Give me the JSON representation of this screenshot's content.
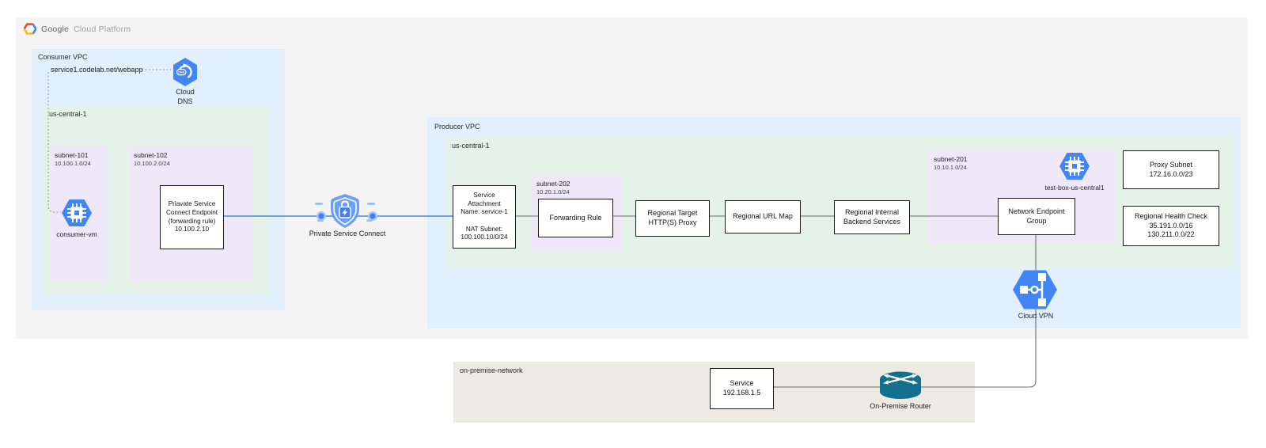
{
  "logo": {
    "google": "Google",
    "cloud": "Cloud Platform"
  },
  "consumer_vpc": {
    "label": "Consumer VPC",
    "dns_record": "service1.codelab.net/webapp",
    "cloud_dns": "Cloud\nDNS",
    "region_label": "us-central-1",
    "subnet_101": {
      "name": "subnet-101",
      "cidr": "10.100.1.0/24"
    },
    "consumer_vm": "consumer-vm",
    "subnet_102": {
      "name": "subnet-102",
      "cidr": "10.100.2.0/24"
    },
    "psc_endpoint": "Priavate Service\nConnect Endpoint\n(forwarding rule)\n10.100.2.10"
  },
  "psc": {
    "label": "Private Service Connect"
  },
  "producer_vpc": {
    "label": "Producer VPC",
    "region_label": "us-central-1",
    "service_attachment": "Service\nAttachment\nName: service-1\n\nNAT Subnet:\n100.100.10/0/24",
    "subnet_202": {
      "name": "subnet-202",
      "cidr": "10.20.1.0/24"
    },
    "forwarding_rule": "Forwarding Rule",
    "target_proxy": "Regional Target\nHTTP(S) Proxy",
    "url_map": "Regional URL Map",
    "backend_services": "Regional Internal\nBackend Services",
    "subnet_201": {
      "name": "subnet-201",
      "cidr": "10.10.1.0/24"
    },
    "test_box": "test-box-us-central1",
    "network_endpoint_group": "Network Endpoint\nGroup",
    "proxy_subnet": "Proxy Subnet\n172.16.0.0/23",
    "health_check": "Regional Health Check\n35.191.0.0/16\n130.211.0.0/22",
    "cloud_vpn": "Cloud VPN"
  },
  "on_premise": {
    "label": "on-premise-network",
    "service": "Service\n192.168.1.5",
    "router": "On-Premise Router"
  },
  "colors": {
    "gcp_icon_blue": "#4285f4",
    "connector_blue": "#4a86e8",
    "connector_gray": "#6b6b6b",
    "router_teal": "#156f8f",
    "vpc_bg": "#e2f0fd",
    "region_bg": "#e4f2ea",
    "subnet_bg": "#efe8f8",
    "onprem_bg": "#edeae3",
    "platform_bg": "#f4f4f5"
  }
}
